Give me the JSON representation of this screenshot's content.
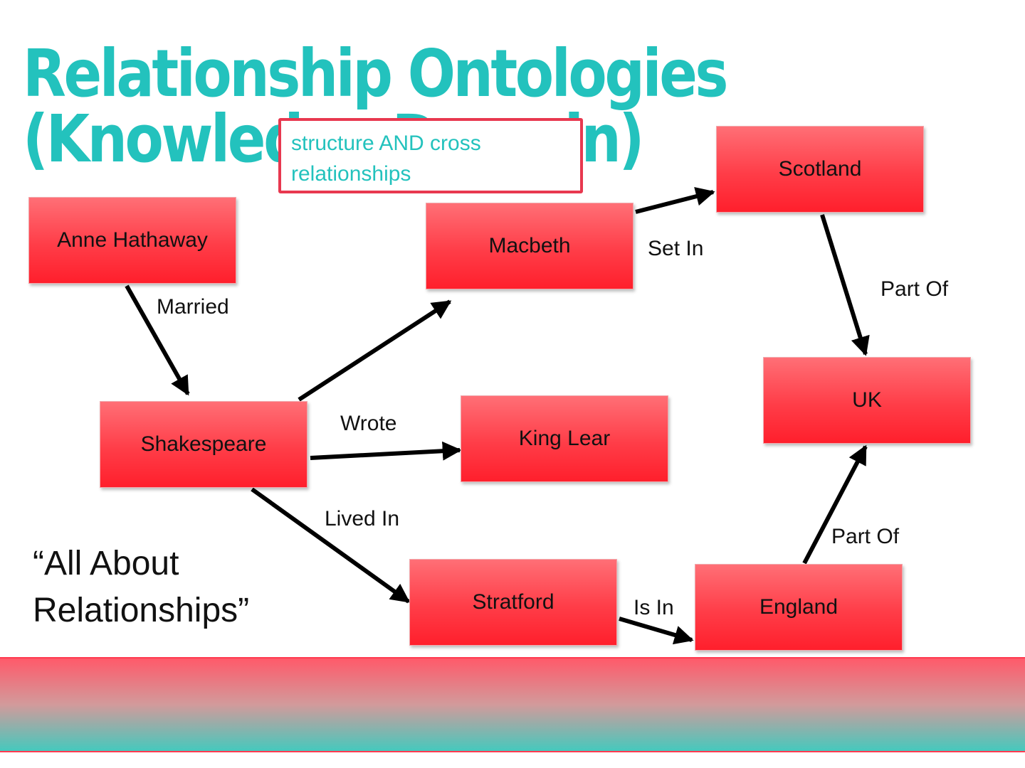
{
  "title": "Relationship Ontologies (Knowledge Domain)",
  "note": "structure AND cross relationships",
  "nodes": {
    "anne_hathaway": "Anne Hathaway",
    "shakespeare": "Shakespeare",
    "macbeth": "Macbeth",
    "king_lear": "King Lear",
    "stratford": "Stratford",
    "scotland": "Scotland",
    "uk": "UK",
    "england": "England"
  },
  "edges": {
    "married": "Married",
    "wrote": "Wrote",
    "lived_in": "Lived In",
    "set_in": "Set In",
    "part_of_scotland": "Part Of",
    "part_of_england": "Part Of",
    "is_in": "Is In"
  },
  "quote": "“All About Relationships”",
  "colors": {
    "title": "#23c2bd",
    "node_fill": "#ff3d48",
    "note_border": "#e8384f",
    "footer_top": "#ff5a6a",
    "footer_bottom": "#45c9bd"
  }
}
